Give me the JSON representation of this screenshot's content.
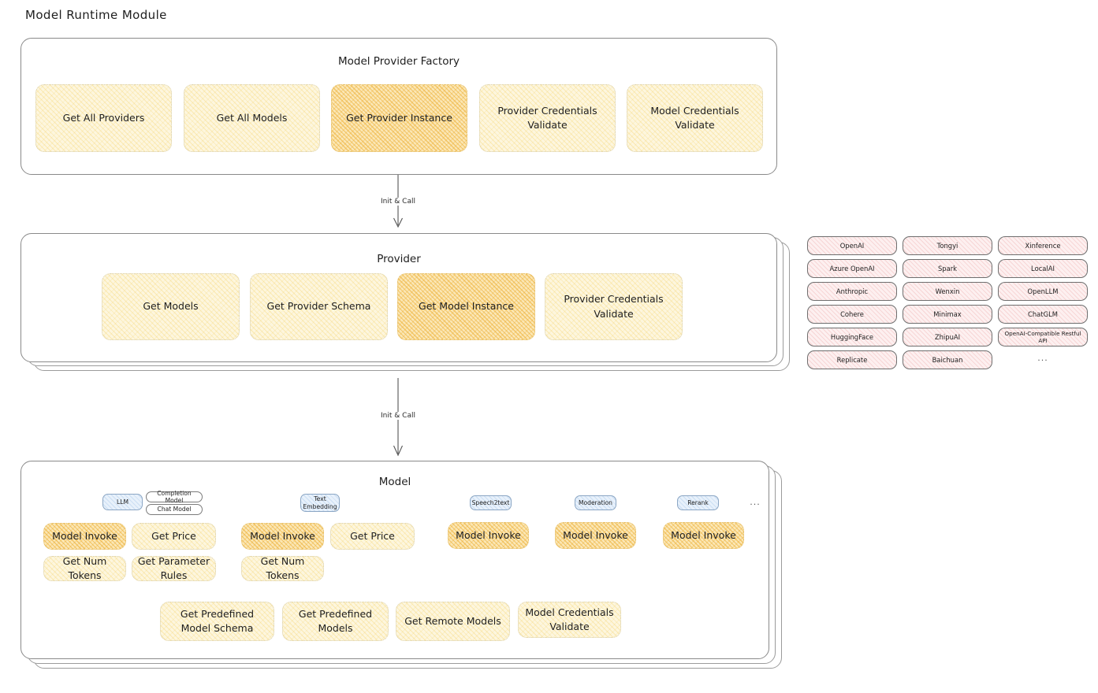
{
  "page": {
    "title": "Model Runtime Module"
  },
  "factory": {
    "title": "Model Provider Factory",
    "items": [
      {
        "label": "Get All Providers",
        "highlight": false
      },
      {
        "label": "Get All Models",
        "highlight": false
      },
      {
        "label": "Get Provider Instance",
        "highlight": true
      },
      {
        "label": "Provider Credentials Validate",
        "highlight": false
      },
      {
        "label": "Model Credentials Validate",
        "highlight": false
      }
    ]
  },
  "arrows": [
    {
      "label": "Init & Call"
    },
    {
      "label": "Init & Call"
    }
  ],
  "provider": {
    "title": "Provider",
    "items": [
      {
        "label": "Get Models",
        "highlight": false
      },
      {
        "label": "Get Provider Schema",
        "highlight": false
      },
      {
        "label": "Get Model Instance",
        "highlight": true
      },
      {
        "label": "Provider Credentials Validate",
        "highlight": false
      }
    ]
  },
  "provider_list": {
    "columns": [
      [
        "OpenAI",
        "Azure OpenAI",
        "Anthropic",
        "Cohere",
        "HuggingFace",
        "Replicate"
      ],
      [
        "Tongyi",
        "Spark",
        "Wenxin",
        "Minimax",
        "ZhipuAI",
        "Baichuan"
      ],
      [
        "Xinference",
        "LocalAI",
        "OpenLLM",
        "ChatGLM",
        "OpenAI-Compatible Restful API"
      ]
    ],
    "more": "..."
  },
  "model": {
    "title": "Model",
    "more": "...",
    "types": [
      {
        "badge": "LLM",
        "sub_badges": [
          "Completion Model",
          "Chat Model"
        ],
        "methods": [
          "Model Invoke",
          "Get Price",
          "Get Num Tokens",
          "Get Parameter Rules"
        ],
        "highlight_method": "Model Invoke"
      },
      {
        "badge": "Text Embedding",
        "sub_badges": [],
        "methods": [
          "Model Invoke",
          "Get Price",
          "Get Num Tokens"
        ],
        "highlight_method": "Model Invoke"
      },
      {
        "badge": "Speech2text",
        "sub_badges": [],
        "methods": [
          "Model Invoke"
        ],
        "highlight_method": "Model Invoke"
      },
      {
        "badge": "Moderation",
        "sub_badges": [],
        "methods": [
          "Model Invoke"
        ],
        "highlight_method": "Model Invoke"
      },
      {
        "badge": "Rerank",
        "sub_badges": [],
        "methods": [
          "Model Invoke"
        ],
        "highlight_method": "Model Invoke"
      }
    ],
    "common_methods": [
      "Get Predefined Model Schema",
      "Get Predefined Models",
      "Get Remote Models",
      "Model Credentials Validate"
    ]
  },
  "colors": {
    "hatch_yellow": "#fdf6de",
    "hatch_yellow_strong": "#fbe7b6",
    "provider_pink": "#fdf0f0",
    "badge_blue": "#e8f1fb",
    "stroke": "#8a8a8a",
    "text": "#1e1e1e"
  }
}
